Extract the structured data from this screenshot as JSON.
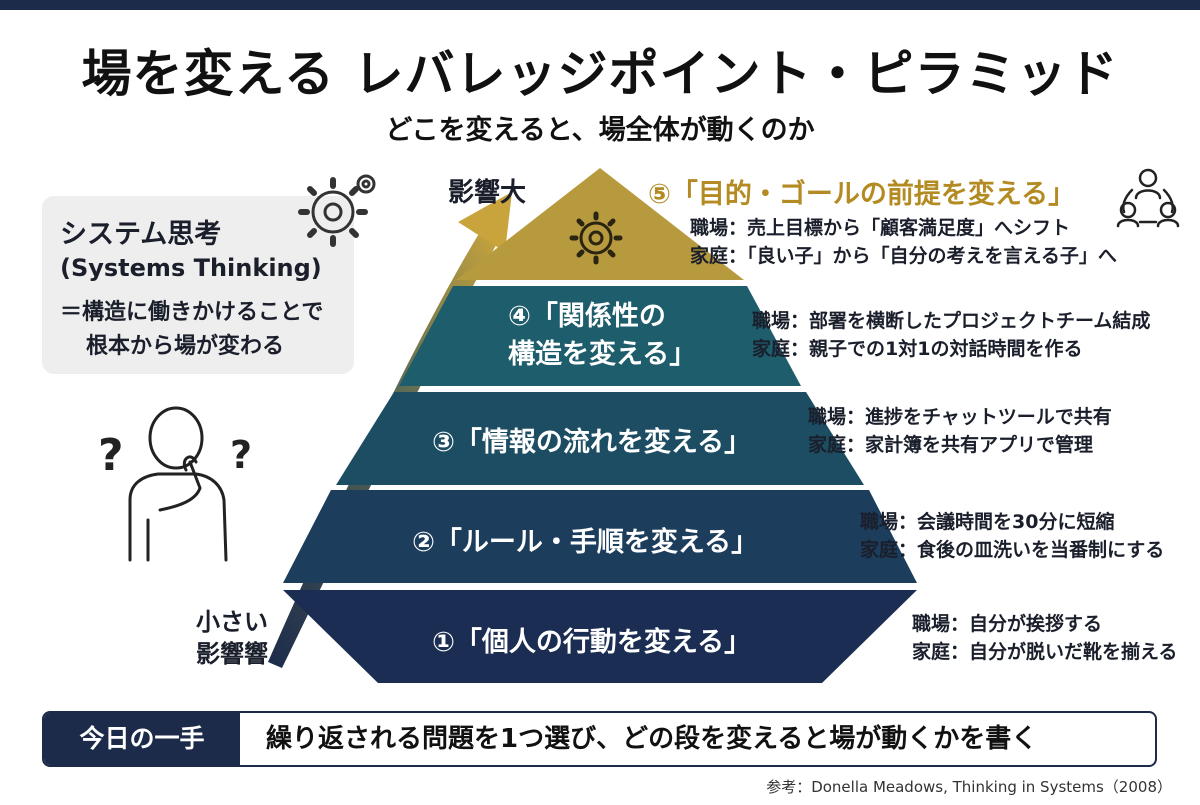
{
  "title": "場を変える レバレッジポイント・ピラミッド",
  "subtitle": "どこを変えると、場全体が動くのか",
  "definition": {
    "heading": "システム思考",
    "english": "(Systems Thinking)",
    "line1": "＝構造に働きかけることで",
    "line2": "根本から場が変わる"
  },
  "axis": {
    "top_label": "影響大",
    "bottom_label_1": "小さい",
    "bottom_label_2": "影響響"
  },
  "levels": [
    {
      "number": "①",
      "label": "「個人の行動を変える」",
      "work": "職場：自分が挨拶する",
      "home": "家庭：自分が脱いだ靴を揃える"
    },
    {
      "number": "②",
      "label": "「ルール・手順を変える」",
      "work": "職場：会議時間を30分に短縮",
      "home": "家庭：食後の皿洗いを当番制にする"
    },
    {
      "number": "③",
      "label": "「情報の流れを変える」",
      "work": "職場：進捗をチャットツールで共有",
      "home": "家庭：家計簿を共有アプリで管理"
    },
    {
      "number": "④",
      "label_line1": "「関係性の",
      "label_line2": "構造を変える」",
      "work": "職場：部署を横断したプロジェクトチーム結成",
      "home": "家庭：親子での1対1の対話時間を作る"
    },
    {
      "number": "⑤",
      "label": "「目的・ゴールの前提を変える」",
      "work": "職場：売上目標から「顧客満足度」へシフト",
      "home": "家庭：「良い子」から「自分の考えを言える子」へ"
    }
  ],
  "action": {
    "label": "今日の一手",
    "text": "繰り返される問題を1つ選び、どの段を変えると場が動くかを書く"
  },
  "reference": "参考：Donella Meadows, Thinking in Systems（2008）",
  "icons": [
    "gear-icon",
    "arrow-up-icon",
    "thinking-person-icon",
    "question-mark-icon",
    "people-network-icon"
  ],
  "colors": {
    "navy": "#1c2b4a",
    "level1": "#1b2d52",
    "level2": "#1c3d5c",
    "level3": "#1d4d63",
    "level4": "#1e5d6b",
    "level5": "#b89a3e",
    "gold_text": "#b38b22",
    "box_bg": "#eeeeee"
  }
}
